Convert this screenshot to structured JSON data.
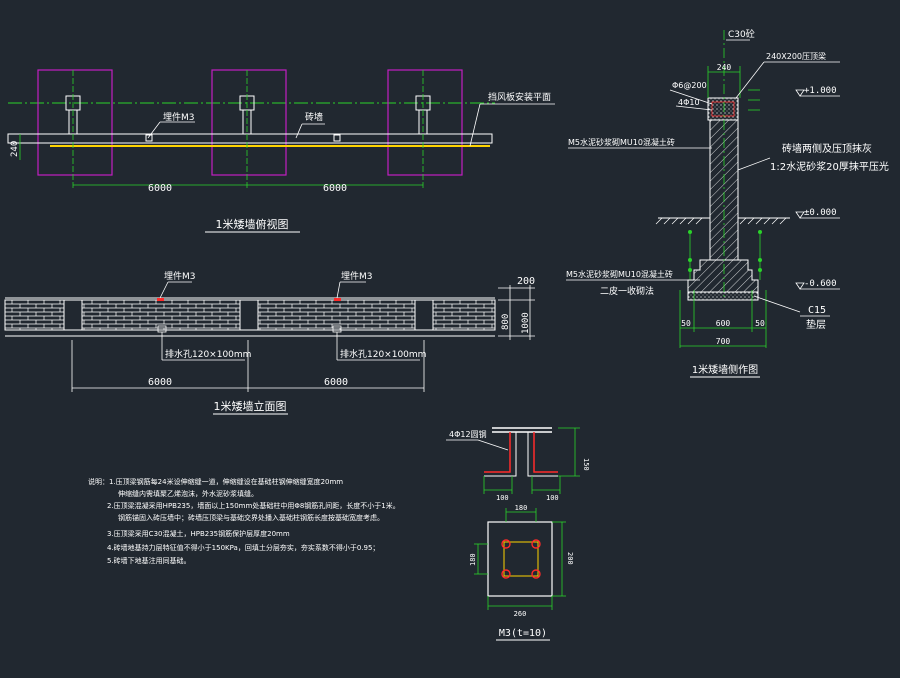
{
  "colors": {
    "background": "#212830",
    "line": "#ffffff",
    "dimension": "#2ad32a",
    "zone": "#c21fc2",
    "embed": "#ffd400",
    "rebar": "#ff2a2a",
    "centerline": "#2ad32a"
  },
  "plan_view": {
    "title": "1米矮墙俯视图",
    "label_panel": "挡风板安装平面",
    "label_embed": "埋件M3",
    "label_wall": "砖墙",
    "dim_left": "6000",
    "dim_right": "6000",
    "dim_side": "240"
  },
  "elevation_view": {
    "title": "1米矮墙立面图",
    "embed_1": "埋件M3",
    "embed_2": "埋件M3",
    "drain_1": "排水孔120×100mm",
    "drain_2": "排水孔120×100mm",
    "dim_left": "6000",
    "dim_right": "6000",
    "dim_top": "200",
    "dim_800": "800",
    "dim_1000": "1000"
  },
  "section_view": {
    "title": "1米矮墙侧作图",
    "concrete": "C30砼",
    "ring_beam": "240X200压顶梁",
    "stirrup": "Φ6@200",
    "main_bar": "4Φ10",
    "level_top": "+1.000",
    "level_zero": "±0.000",
    "level_bottom": "-0.600",
    "mortar_upper": "M5水泥砂浆砌MU10混凝土砖",
    "plaster_1": "砖墙两侧及压顶抹灰",
    "plaster_2": "1:2水泥砂浆20厚抹平压光",
    "mortar_lower": "M5水泥砂浆砌MU10混凝土砖",
    "step_note": "二皮一收砌法",
    "c15": "C15",
    "pad": "垫层",
    "dim_top_w": "240",
    "dim_left_pad": "50",
    "dim_mid": "600",
    "dim_right_pad": "50",
    "dim_bottom": "700"
  },
  "embed_detail": {
    "rebar_label": "4Φ12圆钢",
    "dim_left": "100",
    "dim_right": "100",
    "dim_height": "150",
    "dim_top": "180",
    "dim_side": "180",
    "dim_plate_w": "260",
    "dim_plate_h": "200",
    "caption": "M3(t=10)"
  },
  "notes": {
    "lines": [
      "说明：1.压顶梁钢筋每24米设伸缩缝一道，伸缩缝设在基础柱钢伸缩缝宽度20mm",
      "伸缩缝内需填聚乙烯泡沫，外水泥砂浆填缝。",
      "2.压顶梁混凝采用HPB235，墙面以上150mm处基础柱中用Φ8钢筋孔间距，长度不小于1米。",
      "钢筋锚固入砖压墙中；砖墙压顶梁与基础交界处播入基础柱钢筋长度按基础宽度考虑。",
      "3.压顶梁采用C30混凝土，HPB235钢筋保护层厚度20mm",
      "4.砖墙地基持力层特征值不得小于150KPa，回填土分层夯实，夯实系数不得小于0.95；",
      "5.砖墙下地基注用同基础。"
    ]
  }
}
